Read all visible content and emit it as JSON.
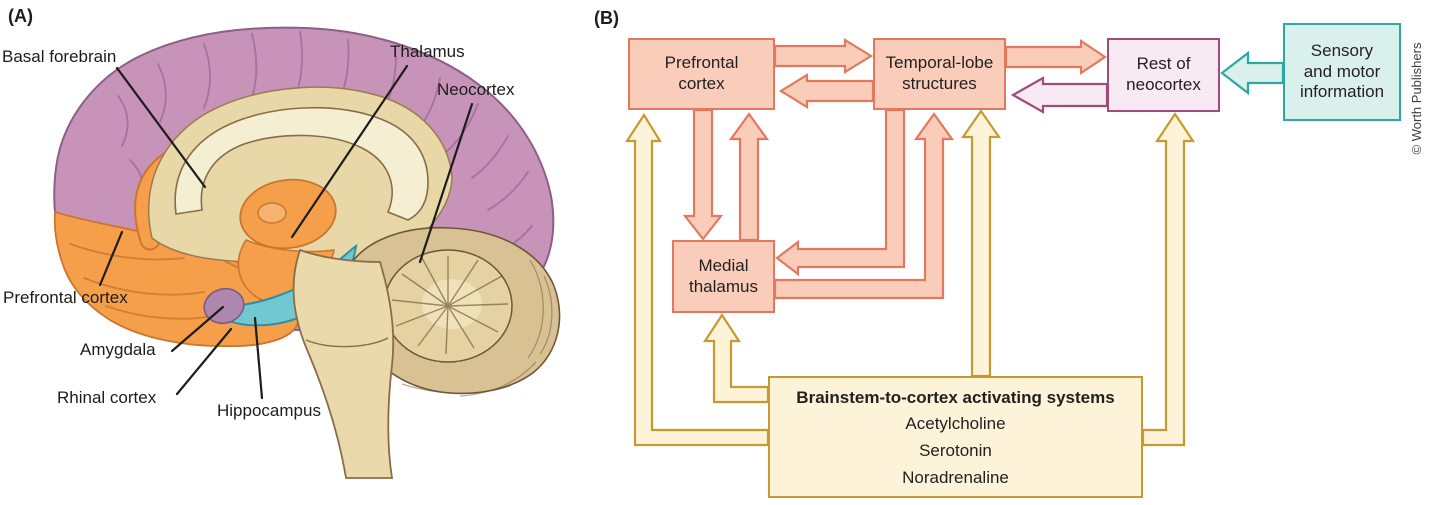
{
  "panel_a": {
    "label": "(A)",
    "annotations": {
      "basal_forebrain": "Basal forebrain",
      "thalamus": "Thalamus",
      "neocortex": "Neocortex",
      "prefrontal_cortex": "Prefrontal cortex",
      "amygdala": "Amygdala",
      "rhinal_cortex": "Rhinal cortex",
      "hippocampus": "Hippocampus"
    }
  },
  "panel_b": {
    "label": "(B)",
    "boxes": {
      "prefrontal": "Prefrontal\ncortex",
      "temporal": "Temporal-lobe\nstructures",
      "rest_neocortex": "Rest of\nneocortex",
      "sensory": "Sensory\nand motor\ninformation",
      "medial_thalamus": "Medial\nthalamus",
      "brainstem_title": "Brainstem-to-cortex activating systems",
      "brainstem_items": [
        "Acetylcholine",
        "Serotonin",
        "Noradrenaline"
      ]
    }
  },
  "copyright": "© Worth Publishers",
  "colors": {
    "salmon_border": "#e2795f",
    "salmon_fill": "#f9cdb9",
    "maroon_border": "#a04b79",
    "pink_fill": "#f8eaf3",
    "teal_border": "#2da8a1",
    "teal_fill": "#daf0ec",
    "gold_border": "#c8992f",
    "cream_fill": "#fcf3d8",
    "cortex_purple": "#c793b9",
    "region_orange": "#f59f4a",
    "hippocampus_teal": "#72c7d1",
    "inner_cream": "#e8d7a7",
    "cerebellum_tan": "#d8c193"
  }
}
